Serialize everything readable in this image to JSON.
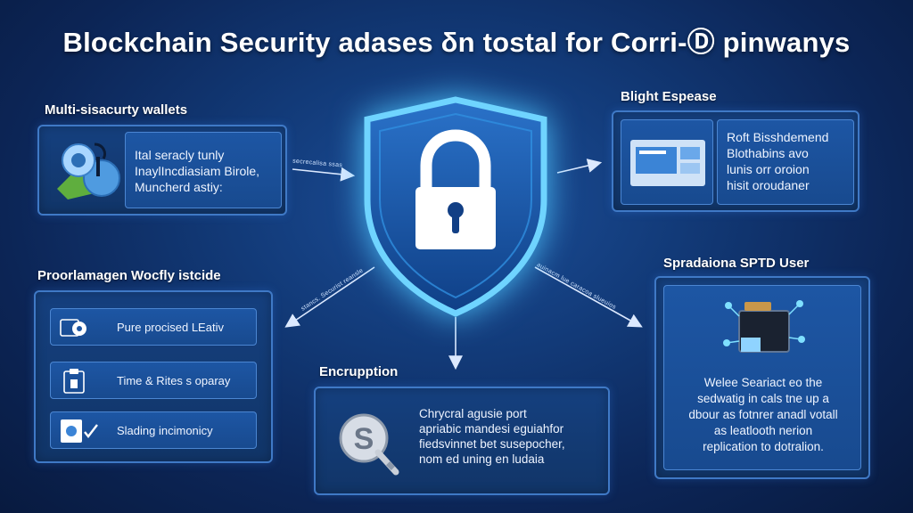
{
  "title": "Blockchain Security adases δn tostal for Corri-Ⓓ pinwanys",
  "sections": {
    "wallets": {
      "label": "Multi-sisacurty wallets",
      "text": "Ital seracly tunly\nInaylIncdiasiam Birole,\nMuncherd astiy:"
    },
    "expense": {
      "label": "Blight Espease",
      "text": "Roft Bisshdemend\nBlothabins avo\nlunis orr oroion\nhisit oroudaner"
    },
    "practices": {
      "label": "Proorlamagen Wocfly istcide",
      "rows": [
        {
          "icon": "gear-icon",
          "text": "Pure procised LEativ"
        },
        {
          "icon": "clipboard-icon",
          "text": "Time & Rites s oparay"
        },
        {
          "icon": "checklist-icon",
          "text": "Slading incimonicy"
        }
      ]
    },
    "encryption": {
      "label": "Encrupption",
      "text": "Chrycral agusie port\napriabic mandesi eguiahfor\nfiedsvinnet bet susepocher,\nnom ed uning en ludaia"
    },
    "user": {
      "label": "Spradaiona SPTD User",
      "text": "Welee Seariact eo the\nsedwatig in cals tne up a\ndbour as fotnrer anadl votall\nas leatlooth nerion\nreplication to dotralion."
    }
  },
  "arrow_captions": {
    "left": "secrecalisa ssas",
    "lower_left": "stancs. Securist reansle",
    "lower_right": "auinacm lue caracoa slueuios"
  },
  "colors": {
    "background": "#0c2556",
    "panel_border": "#3f79c6",
    "accent_glow": "#4fc3ff",
    "text": "#ffffff"
  }
}
